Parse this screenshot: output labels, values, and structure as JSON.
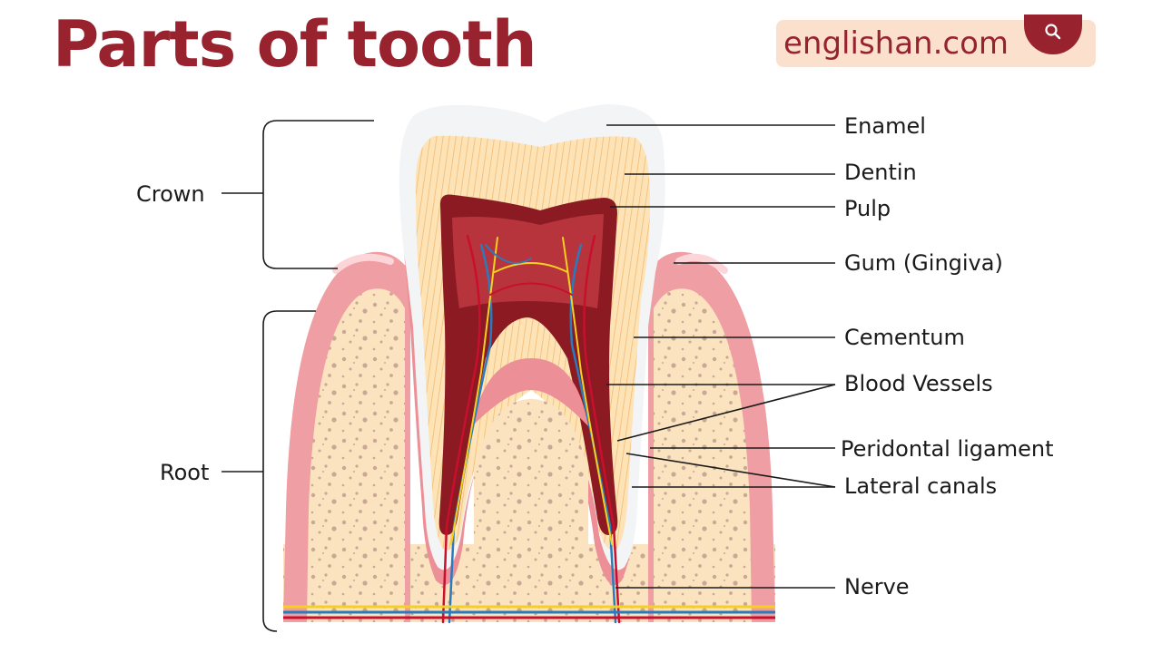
{
  "title": "Parts of tooth",
  "brand": {
    "text": "englishan.com",
    "icon": "search-icon"
  },
  "labels": {
    "crown": "Crown",
    "root": "Root",
    "enamel": "Enamel",
    "dentin": "Dentin",
    "pulp": "Pulp",
    "gum": "Gum (Gingiva)",
    "cementum": "Cementum",
    "blood_vessels": "Blood Vessels",
    "periodontal": "Peridontal ligament",
    "lateral_canals": "Lateral canals",
    "nerve": "Nerve"
  },
  "colors": {
    "title": "#98232e",
    "enamel": "#f4f4f4",
    "dentin": "#fbd9a3",
    "pulp": "#8b1a22",
    "gum": "#f0a3a6",
    "bone": "#fbe3c0",
    "vessel_red": "#c8102e",
    "vessel_blue": "#2a7bbd",
    "nerve_yellow": "#f5d020"
  }
}
